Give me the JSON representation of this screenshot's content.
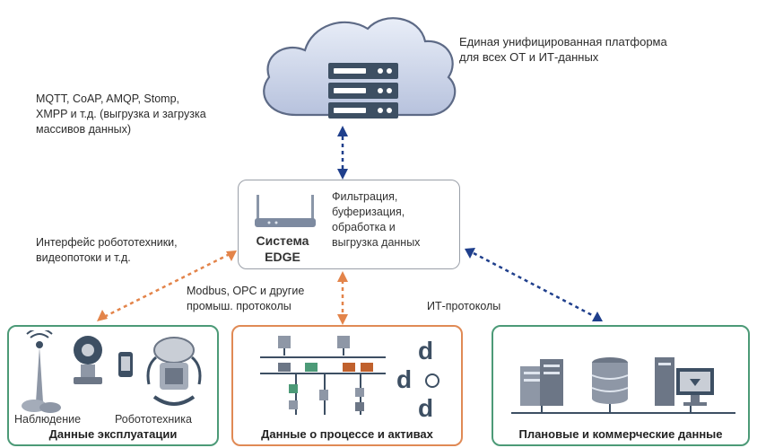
{
  "platform": {
    "caption_line1": "Единая унифицированная платформа",
    "caption_line2": "для всех ОТ и ИТ-данных"
  },
  "protocols_top": {
    "line1": "MQTT, CoAP, AMQP, Stomp,",
    "line2": "XMPP и т.д. (выгрузка и загрузка",
    "line3": "массивов данных)"
  },
  "edge": {
    "name_line1": "Система",
    "name_line2": "EDGE",
    "desc_line1": "Фильтрация,",
    "desc_line2": "буферизация,",
    "desc_line3": "обработка и",
    "desc_line4": "выгрузка данных"
  },
  "robotics_interface": {
    "line1": "Интерфейс робототехники,",
    "line2": "видеопотоки и т.д."
  },
  "industrial_protocols": {
    "line1": "Modbus, OPC и другие",
    "line2": "промыш. протоколы"
  },
  "it_protocols": "ИТ-протоколы",
  "panels": {
    "operations": {
      "title": "Данные эксплуатации",
      "label_monitoring": "Наблюдение",
      "label_robotics": "Робототехника"
    },
    "process": {
      "title": "Данные о процессе и активах"
    },
    "business": {
      "title": "Плановые и коммерческие данные"
    }
  },
  "colors": {
    "blue_arrow": "#1f3f8c",
    "orange_arrow": "#e3844a",
    "green_border": "#4c9a77",
    "orange_border": "#e08a55",
    "cloud_fill": "#d7dff0",
    "cloud_shade": "#b9c4de",
    "server_dark": "#3d4f63"
  }
}
